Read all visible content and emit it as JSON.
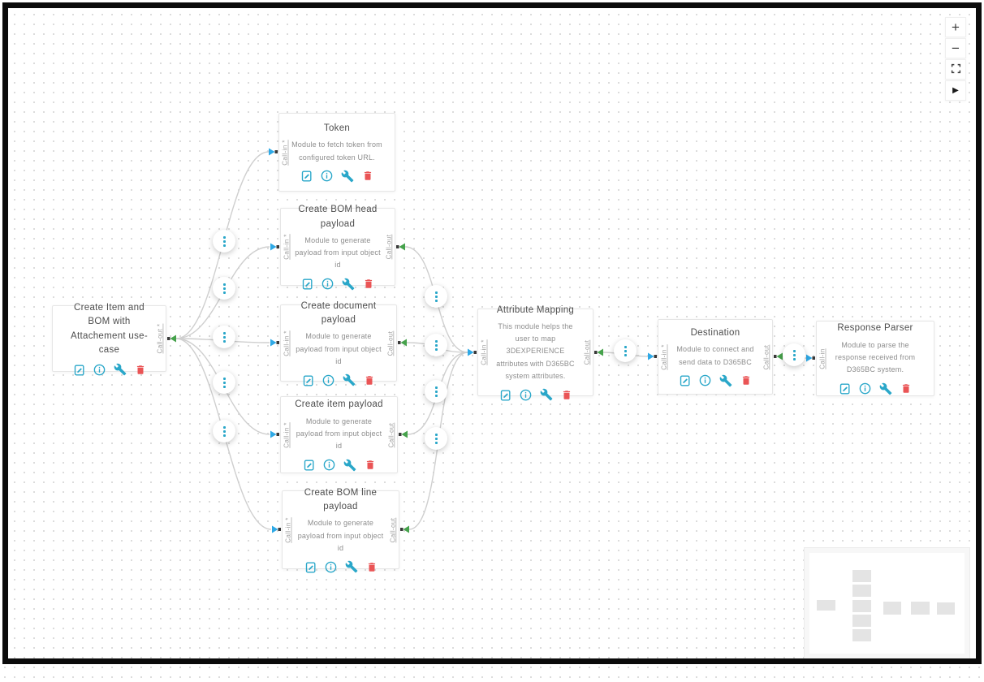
{
  "app": {
    "view": "workflow-editor"
  },
  "colors": {
    "accent_teal": "#2aa7c9",
    "danger_red": "#ea5455",
    "arrow_in_blue": "#2ea9e6",
    "arrow_out_green": "#46a24c",
    "edge_gray": "#cfcfcf",
    "frame_black": "#0b0b0b",
    "dot_grid": "#dcdcdc"
  },
  "node_actions": [
    "edit-icon",
    "info-icon",
    "wrench-icon",
    "trash-icon"
  ],
  "nodes": [
    {
      "title": "Create Item and BOM with Attachement use-case",
      "description": "",
      "ports": {
        "out": "Call-out *"
      }
    },
    {
      "title": "Token",
      "description": "Module to fetch token from configured token URL.",
      "ports": {
        "in": "Call-in *"
      }
    },
    {
      "title": "Create BOM head payload",
      "description": "Module to generate payload from input object id",
      "ports": {
        "in": "Call-in *",
        "out": "Call-out"
      }
    },
    {
      "title": "Create document payload",
      "description": "Module to generate payload from input object id",
      "ports": {
        "in": "Call-in *",
        "out": "Call-out"
      }
    },
    {
      "title": "Create item payload",
      "description": "Module to generate payload from input object id",
      "ports": {
        "in": "Call-in *",
        "out": "Call-out"
      }
    },
    {
      "title": "Create BOM line payload",
      "description": "Module to generate payload from input object id",
      "ports": {
        "in": "Call-in *",
        "out": "Call-out"
      }
    },
    {
      "title": "Attribute Mapping",
      "description": "This module helps the user to map 3DEXPERIENCE attributes with D365BC system attributes.",
      "ports": {
        "in": "Call-in *",
        "out": "Call-out"
      }
    },
    {
      "title": "Destination",
      "description": "Module to connect and send data to D365BC",
      "ports": {
        "in": "Call-in *",
        "out": "Call-out"
      }
    },
    {
      "title": "Response Parser",
      "description": "Module to parse the response received from D365BC system.",
      "ports": {
        "in": "Call-in"
      }
    }
  ],
  "connections": [
    {
      "from": "Create Item and BOM with Attachement use-case",
      "to": "Token"
    },
    {
      "from": "Create Item and BOM with Attachement use-case",
      "to": "Create BOM head payload"
    },
    {
      "from": "Create Item and BOM with Attachement use-case",
      "to": "Create document payload"
    },
    {
      "from": "Create Item and BOM with Attachement use-case",
      "to": "Create item payload"
    },
    {
      "from": "Create Item and BOM with Attachement use-case",
      "to": "Create BOM line payload"
    },
    {
      "from": "Create BOM head payload",
      "to": "Attribute Mapping"
    },
    {
      "from": "Create document payload",
      "to": "Attribute Mapping"
    },
    {
      "from": "Create item payload",
      "to": "Attribute Mapping"
    },
    {
      "from": "Create BOM line payload",
      "to": "Attribute Mapping"
    },
    {
      "from": "Attribute Mapping",
      "to": "Destination"
    },
    {
      "from": "Destination",
      "to": "Response Parser"
    }
  ],
  "controls": {
    "zoom_in": "+",
    "zoom_out": "−",
    "fullscreen": "fullscreen-icon",
    "play": "▶"
  }
}
